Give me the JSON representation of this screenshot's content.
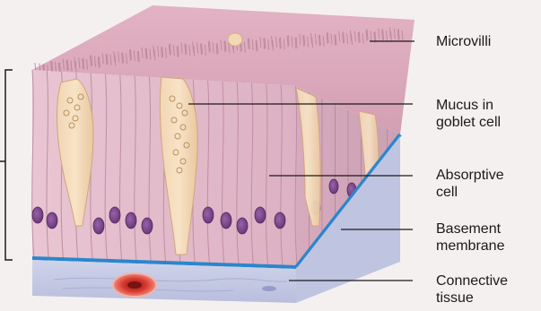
{
  "labels": {
    "microvilli": "Microvilli",
    "mucus_line1": "Mucus in",
    "mucus_line2": "goblet cell",
    "absorptive_line1": "Absorptive",
    "absorptive_line2": "cell",
    "basement_line1": "Basement",
    "basement_line2": "membrane",
    "connective_line1": "Connective",
    "connective_line2": "tissue"
  },
  "colors": {
    "background": "#f4f0f0",
    "cell_body": "#e7c3cf",
    "cell_outline": "#c79aab",
    "microvilli": "#d9a7b8",
    "goblet": "#f0d2ac",
    "nucleus": "#7f4a8f",
    "basement_membrane": "#2a86cc",
    "connective_tissue": "#c9cde6",
    "blood_vessel": "#d0352c",
    "side_face": "#d8b3c2",
    "leader_line": "#1a1a1a"
  }
}
